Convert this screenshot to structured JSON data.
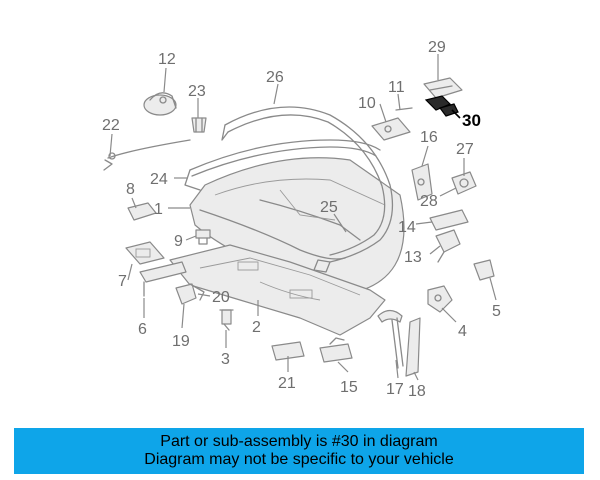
{
  "diagram": {
    "callouts": {
      "c1": "1",
      "c2": "2",
      "c3": "3",
      "c4": "4",
      "c5": "5",
      "c6": "6",
      "c7": "7",
      "c8": "8",
      "c9": "9",
      "c10": "10",
      "c11": "11",
      "c12": "12",
      "c13": "13",
      "c14": "14",
      "c15": "15",
      "c16": "16",
      "c17": "17",
      "c18": "18",
      "c19": "19",
      "c20": "20",
      "c21": "21",
      "c22": "22",
      "c23": "23",
      "c24": "24",
      "c25": "25",
      "c26": "26",
      "c27": "27",
      "c28": "28",
      "c29": "29",
      "c30": "30"
    },
    "highlighted_part": "30",
    "colors": {
      "line": "#8a8a8a",
      "highlight": "#000000",
      "banner": "#0ea5e9"
    }
  },
  "banner": {
    "line1": "Part or sub-assembly is #30 in diagram",
    "line2": "Diagram may not be specific to your vehicle"
  }
}
